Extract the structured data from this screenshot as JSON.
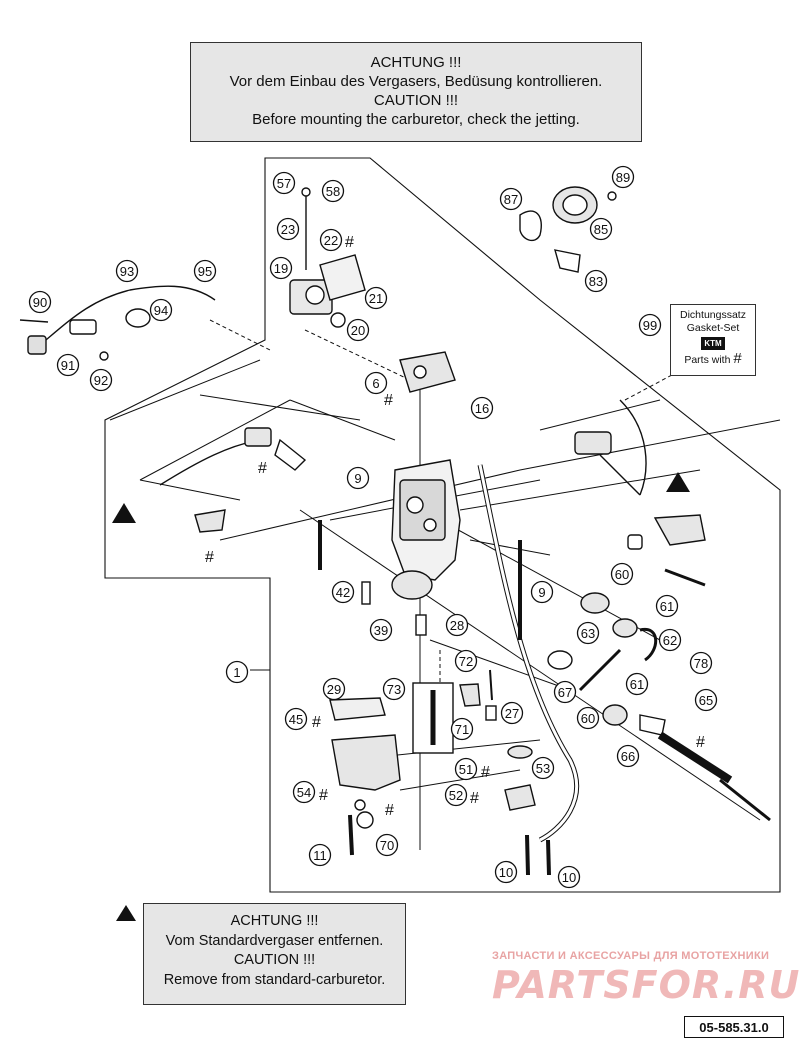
{
  "note_top": {
    "line1": "ACHTUNG !!!",
    "line2": "Vor dem Einbau des Vergasers, Bedüsung kontrollieren.",
    "line3": "CAUTION !!!",
    "line4": "Before mounting the carburetor, check the jetting."
  },
  "note_bottom": {
    "line1": "ACHTUNG !!!",
    "line2": "Vom Standardvergaser entfernen.",
    "line3": "CAUTION !!!",
    "line4": "Remove from standard-carburetor."
  },
  "gasket_box": {
    "line1": "Dichtungssatz",
    "line2": "Gasket-Set",
    "logo": "KTM",
    "line3": "Parts with",
    "symbol": "#"
  },
  "watermark": {
    "tagline": "ЗАПЧАСТИ И АКСЕССУАРЫ ДЛЯ МОТОТЕХНИКИ",
    "brand": "PARTSFOR.RU"
  },
  "part_number": "05-585.31.0",
  "callouts": [
    "57",
    "58",
    "23",
    "22",
    "19",
    "21",
    "20",
    "93",
    "95",
    "90",
    "94",
    "91",
    "92",
    "87",
    "89",
    "85",
    "83",
    "99",
    "6",
    "16",
    "9",
    "9",
    "60",
    "61",
    "63",
    "62",
    "42",
    "39",
    "28",
    "1",
    "72",
    "73",
    "29",
    "45",
    "27",
    "71",
    "67",
    "61",
    "60",
    "78",
    "65",
    "66",
    "51",
    "53",
    "54",
    "52",
    "70",
    "11",
    "10",
    "10"
  ],
  "hash_symbol": "#"
}
